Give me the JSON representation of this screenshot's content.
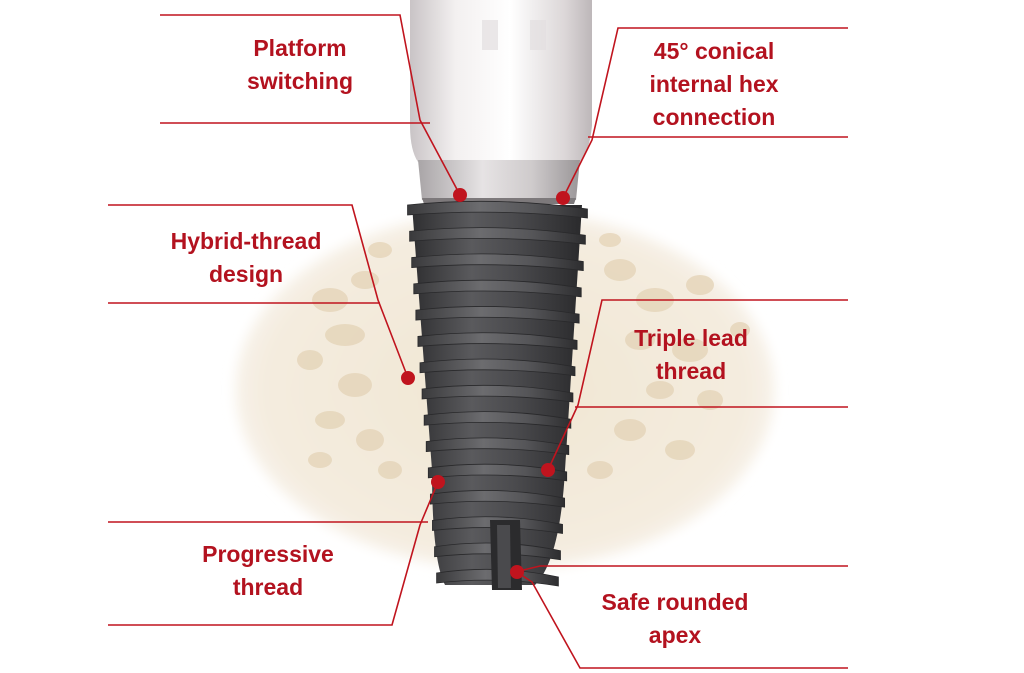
{
  "colors": {
    "accent": "#c0141e",
    "implant": "#4a4a4c",
    "abutment": "#e8e4e4",
    "bone": "#efe3cf"
  },
  "callouts": [
    {
      "id": "platform-switching",
      "lines": [
        "Platform",
        "switching"
      ]
    },
    {
      "id": "conical-hex",
      "lines": [
        "45° conical",
        "internal hex",
        "connection"
      ]
    },
    {
      "id": "hybrid-thread",
      "lines": [
        "Hybrid-thread",
        "design"
      ]
    },
    {
      "id": "triple-lead",
      "lines": [
        "Triple lead",
        "thread"
      ]
    },
    {
      "id": "progressive-thread",
      "lines": [
        "Progressive",
        "thread"
      ]
    },
    {
      "id": "rounded-apex",
      "lines": [
        "Safe rounded",
        "apex"
      ]
    }
  ]
}
